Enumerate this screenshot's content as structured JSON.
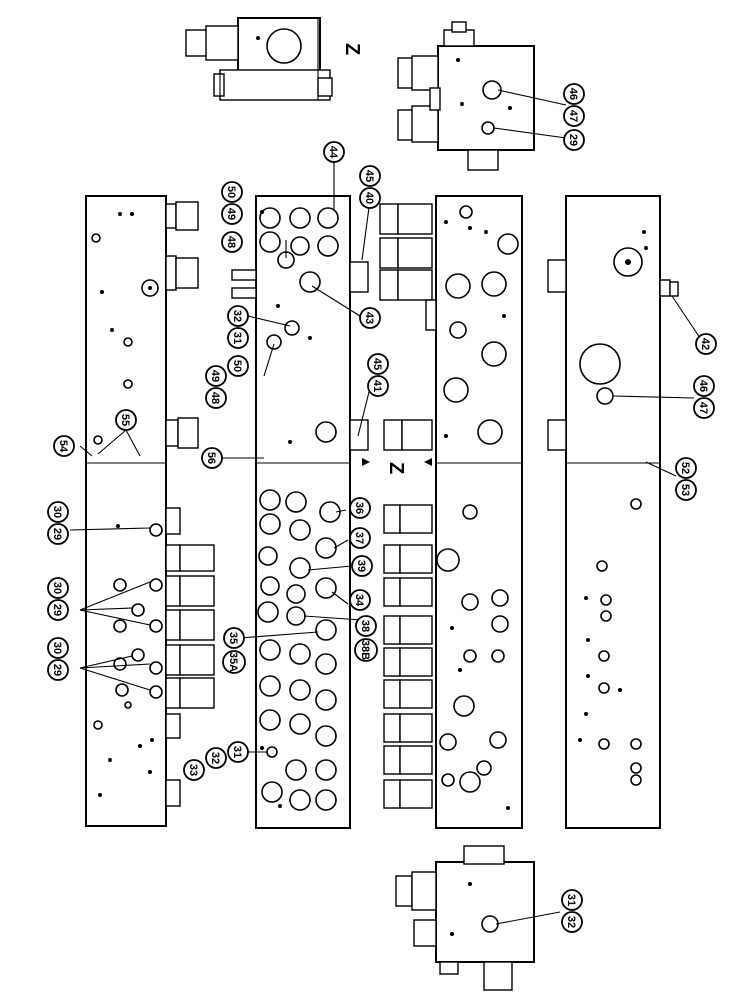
{
  "view_label": "Z",
  "callouts": [
    {
      "id": "c-44",
      "text": "44"
    },
    {
      "id": "c-50a",
      "text": "50"
    },
    {
      "id": "c-49a",
      "text": "49"
    },
    {
      "id": "c-48a",
      "text": "48"
    },
    {
      "id": "c-45a",
      "text": "45"
    },
    {
      "id": "c-40",
      "text": "40"
    },
    {
      "id": "c-43",
      "text": "43"
    },
    {
      "id": "c-32a",
      "text": "32"
    },
    {
      "id": "c-31a",
      "text": "31"
    },
    {
      "id": "c-50b",
      "text": "50"
    },
    {
      "id": "c-49b",
      "text": "49"
    },
    {
      "id": "c-48b",
      "text": "48"
    },
    {
      "id": "c-45b",
      "text": "45"
    },
    {
      "id": "c-41",
      "text": "41"
    },
    {
      "id": "c-46a",
      "text": "46"
    },
    {
      "id": "c-47a",
      "text": "47"
    },
    {
      "id": "c-29a",
      "text": "29"
    },
    {
      "id": "c-42",
      "text": "42"
    },
    {
      "id": "c-46b",
      "text": "46"
    },
    {
      "id": "c-47b",
      "text": "47"
    },
    {
      "id": "c-54",
      "text": "54"
    },
    {
      "id": "c-55",
      "text": "55"
    },
    {
      "id": "c-56",
      "text": "56"
    },
    {
      "id": "c-52",
      "text": "52"
    },
    {
      "id": "c-53",
      "text": "53"
    },
    {
      "id": "c-30a",
      "text": "30"
    },
    {
      "id": "c-29b",
      "text": "29"
    },
    {
      "id": "c-36",
      "text": "36"
    },
    {
      "id": "c-37",
      "text": "37"
    },
    {
      "id": "c-39",
      "text": "39"
    },
    {
      "id": "c-30b",
      "text": "30"
    },
    {
      "id": "c-29c",
      "text": "29"
    },
    {
      "id": "c-34",
      "text": "34"
    },
    {
      "id": "c-35",
      "text": "35"
    },
    {
      "id": "c-35A",
      "text": "35A"
    },
    {
      "id": "c-38",
      "text": "38"
    },
    {
      "id": "c-38B",
      "text": "38B"
    },
    {
      "id": "c-30c",
      "text": "30"
    },
    {
      "id": "c-29d",
      "text": "29"
    },
    {
      "id": "c-33",
      "text": "33"
    },
    {
      "id": "c-32b",
      "text": "32"
    },
    {
      "id": "c-31b",
      "text": "31"
    },
    {
      "id": "c-31c",
      "text": "31"
    },
    {
      "id": "c-32c",
      "text": "32"
    }
  ]
}
